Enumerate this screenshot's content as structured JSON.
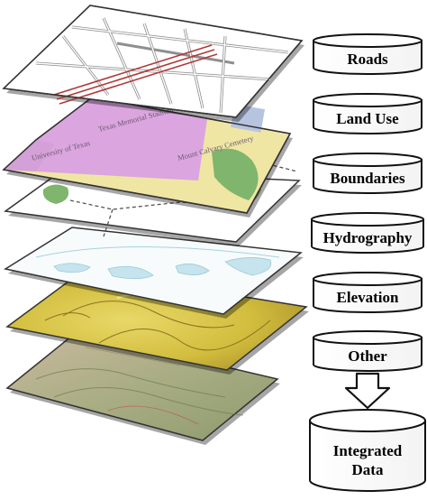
{
  "layers": [
    {
      "id": "roads",
      "label": "Roads"
    },
    {
      "id": "landuse",
      "label": "Land Use"
    },
    {
      "id": "boundaries",
      "label": "Boundaries"
    },
    {
      "id": "hydrography",
      "label": "Hydrography"
    },
    {
      "id": "elevation",
      "label": "Elevation"
    },
    {
      "id": "other",
      "label": "Other"
    }
  ],
  "result": {
    "line1": "Integrated",
    "line2": "Data"
  },
  "map_text": {
    "stadium": "Texas Memorial Stadium",
    "university": "University of Texas",
    "cemetery": "Mount Calvary Cemetery"
  },
  "colors": {
    "roads_bg": "#ffffff",
    "roads_street": "#8f8f8f",
    "roads_highway": "#b03a3a",
    "landuse_pink": "#dba5df",
    "landuse_yellow": "#efe6a4",
    "landuse_green": "#7fb56c",
    "boundary_line": "#555555",
    "water": "#c6e4ee",
    "elevation": "#d7c246",
    "other": "#b7b38f"
  }
}
